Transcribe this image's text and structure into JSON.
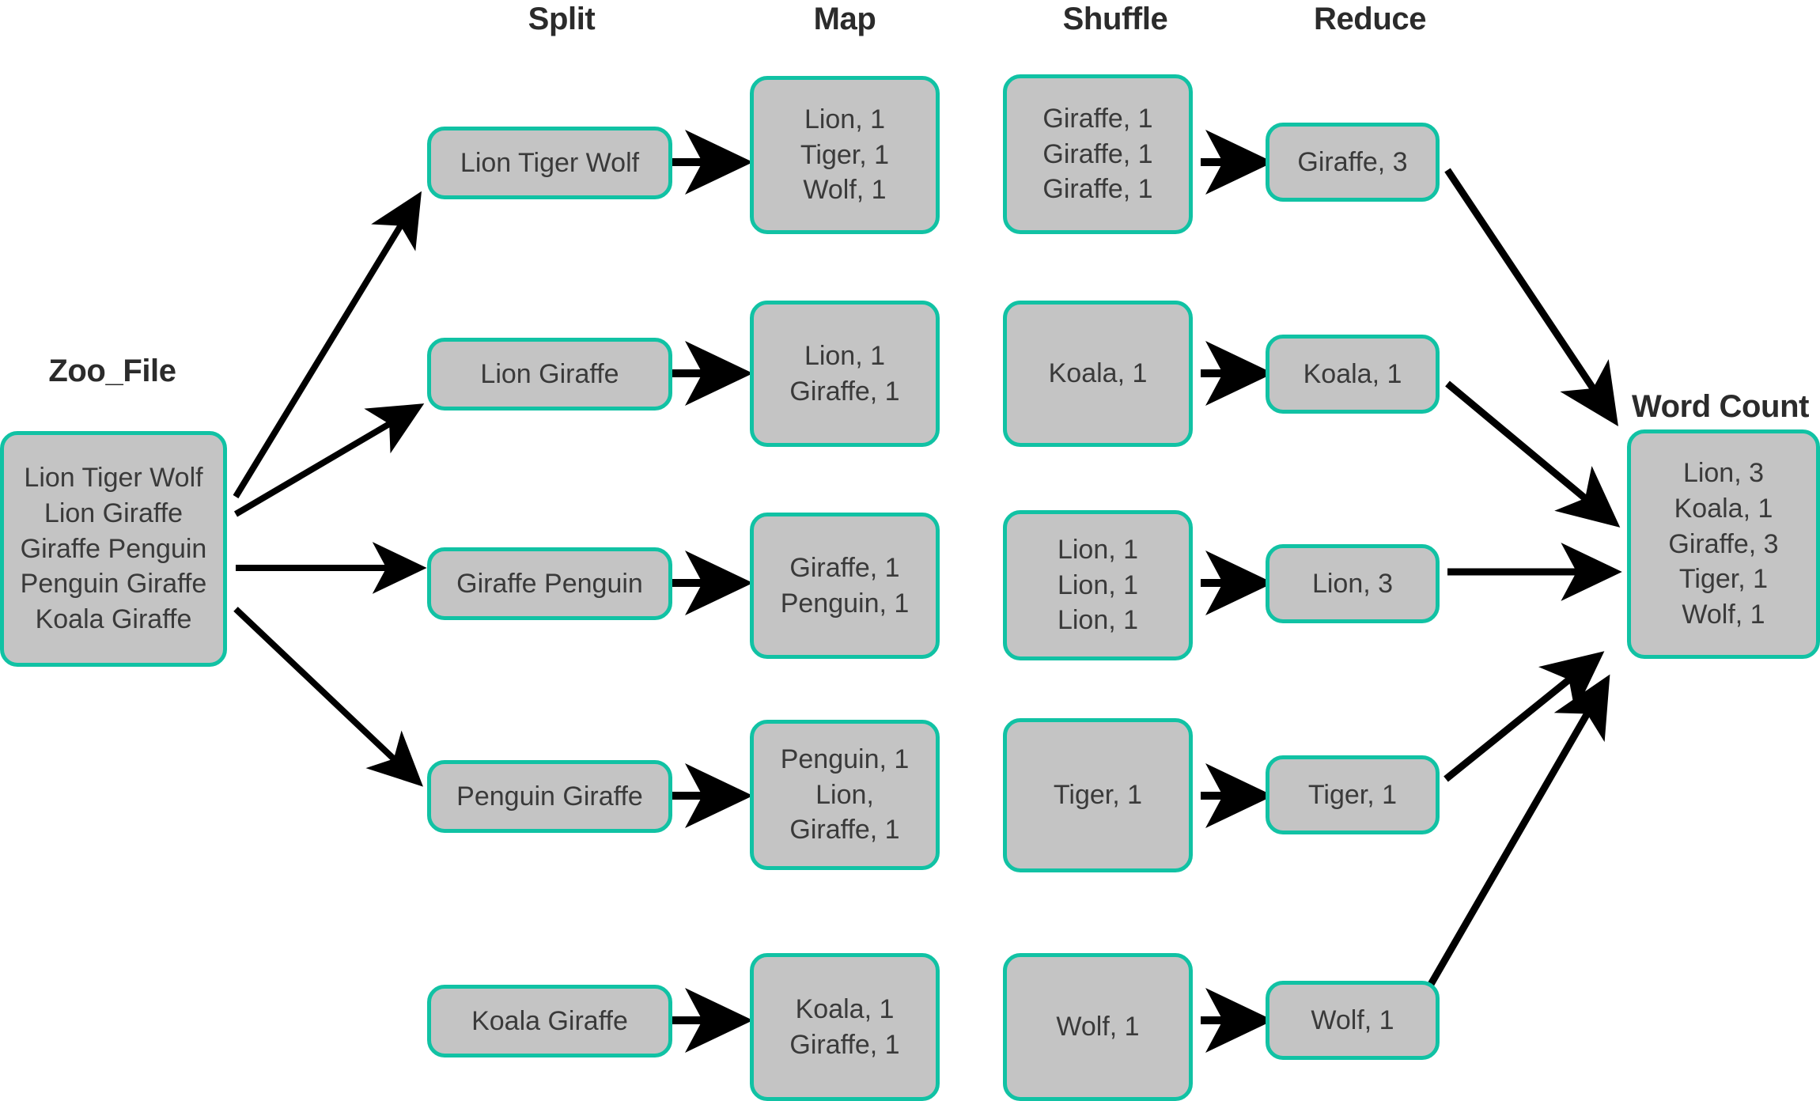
{
  "diagram": {
    "title_bar": {
      "zoo_file_label": "Zoo_File",
      "word_count_label": "Word Count"
    },
    "column_headers": [
      {
        "id": "split",
        "label": "Split"
      },
      {
        "id": "map",
        "label": "Map"
      },
      {
        "id": "shuffle",
        "label": "Shuffle"
      },
      {
        "id": "reduce",
        "label": "Reduce"
      }
    ],
    "colors": {
      "node_border": "#11c2a4",
      "node_fill": "#c4c4c4",
      "text": "#3a3a3a",
      "heading": "#2b2b2b",
      "arrow": "#000000",
      "background": "#ffffff"
    },
    "input": {
      "name": "zoo-file",
      "lines": [
        "Lion Tiger Wolf",
        "Lion Giraffe",
        "Giraffe Penguin",
        "Penguin Giraffe",
        "Koala Giraffe"
      ],
      "text": "Lion Tiger Wolf\nLion Giraffe\nGiraffe Penguin\nPenguin Giraffe\nKoala Giraffe"
    },
    "split": [
      {
        "id": "split-1",
        "text": "Lion Tiger Wolf"
      },
      {
        "id": "split-2",
        "text": "Lion Giraffe"
      },
      {
        "id": "split-3",
        "text": "Giraffe Penguin"
      },
      {
        "id": "split-4",
        "text": "Penguin Giraffe"
      },
      {
        "id": "split-5",
        "text": "Koala Giraffe"
      }
    ],
    "map": [
      {
        "id": "map-1",
        "lines": [
          "Lion, 1",
          "Tiger, 1",
          "Wolf, 1"
        ],
        "text": "Lion, 1\nTiger, 1\nWolf, 1"
      },
      {
        "id": "map-2",
        "lines": [
          "Lion, 1",
          "Giraffe, 1"
        ],
        "text": "Lion, 1\nGiraffe, 1"
      },
      {
        "id": "map-3",
        "lines": [
          "Giraffe, 1",
          "Penguin, 1"
        ],
        "text": "Giraffe, 1\nPenguin, 1"
      },
      {
        "id": "map-4",
        "lines": [
          "Penguin, 1",
          "Lion,",
          "Giraffe, 1"
        ],
        "text": "Penguin, 1\nLion,\nGiraffe, 1"
      },
      {
        "id": "map-5",
        "lines": [
          "Koala, 1",
          "Giraffe, 1"
        ],
        "text": "Koala, 1\nGiraffe, 1"
      }
    ],
    "shuffle": [
      {
        "id": "shuffle-1",
        "lines": [
          "Giraffe, 1",
          "Giraffe, 1",
          "Giraffe, 1"
        ],
        "text": "Giraffe, 1\nGiraffe, 1\nGiraffe, 1"
      },
      {
        "id": "shuffle-2",
        "lines": [
          "Koala, 1"
        ],
        "text": "Koala, 1"
      },
      {
        "id": "shuffle-3",
        "lines": [
          "Lion, 1",
          "Lion, 1",
          "Lion, 1"
        ],
        "text": "Lion, 1\nLion, 1\nLion, 1"
      },
      {
        "id": "shuffle-4",
        "lines": [
          "Tiger, 1"
        ],
        "text": "Tiger, 1"
      },
      {
        "id": "shuffle-5",
        "lines": [
          "Wolf, 1"
        ],
        "text": "Wolf, 1"
      }
    ],
    "reduce": [
      {
        "id": "reduce-1",
        "text": "Giraffe, 3"
      },
      {
        "id": "reduce-2",
        "text": "Koala, 1"
      },
      {
        "id": "reduce-3",
        "text": "Lion, 3"
      },
      {
        "id": "reduce-4",
        "text": "Tiger, 1"
      },
      {
        "id": "reduce-5",
        "text": "Wolf, 1"
      }
    ],
    "output": {
      "name": "word-count",
      "lines": [
        "Lion, 3",
        "Koala, 1",
        "Giraffe, 3",
        "Tiger, 1",
        "Wolf, 1"
      ],
      "text": "Lion, 3\nKoala, 1\nGiraffe, 3\nTiger, 1\nWolf, 1"
    }
  }
}
